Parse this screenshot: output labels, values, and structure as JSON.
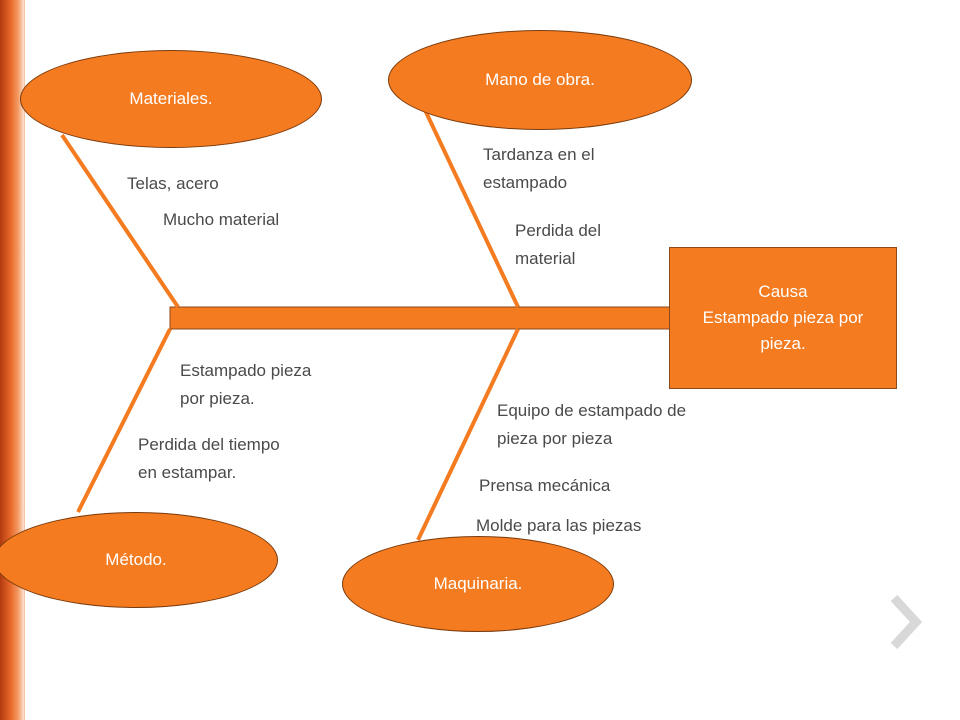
{
  "colors": {
    "accent": "#f47b20",
    "text": "#4a4a4a",
    "chevron": "#d8d8d8"
  },
  "diagram": {
    "effect": {
      "line1": "Causa",
      "line2": "Estampado pieza por",
      "line3": "pieza."
    },
    "categories": {
      "materiales": "Materiales.",
      "mano_de_obra": "Mano de obra.",
      "metodo": "Método.",
      "maquinaria": "Maquinaria."
    },
    "causes": {
      "materiales": [
        "Telas, acero",
        "Mucho material"
      ],
      "mano_de_obra": [
        "Tardanza en el\nestampado",
        "Perdida del\nmaterial"
      ],
      "metodo": [
        "Estampado pieza\npor pieza.",
        "Perdida del tiempo\nen estampar."
      ],
      "maquinaria": [
        "Equipo de estampado de\npieza por pieza",
        "Prensa mecánica",
        "Molde para las piezas"
      ]
    }
  },
  "nav": {
    "next_icon": "chevron-right-icon"
  }
}
